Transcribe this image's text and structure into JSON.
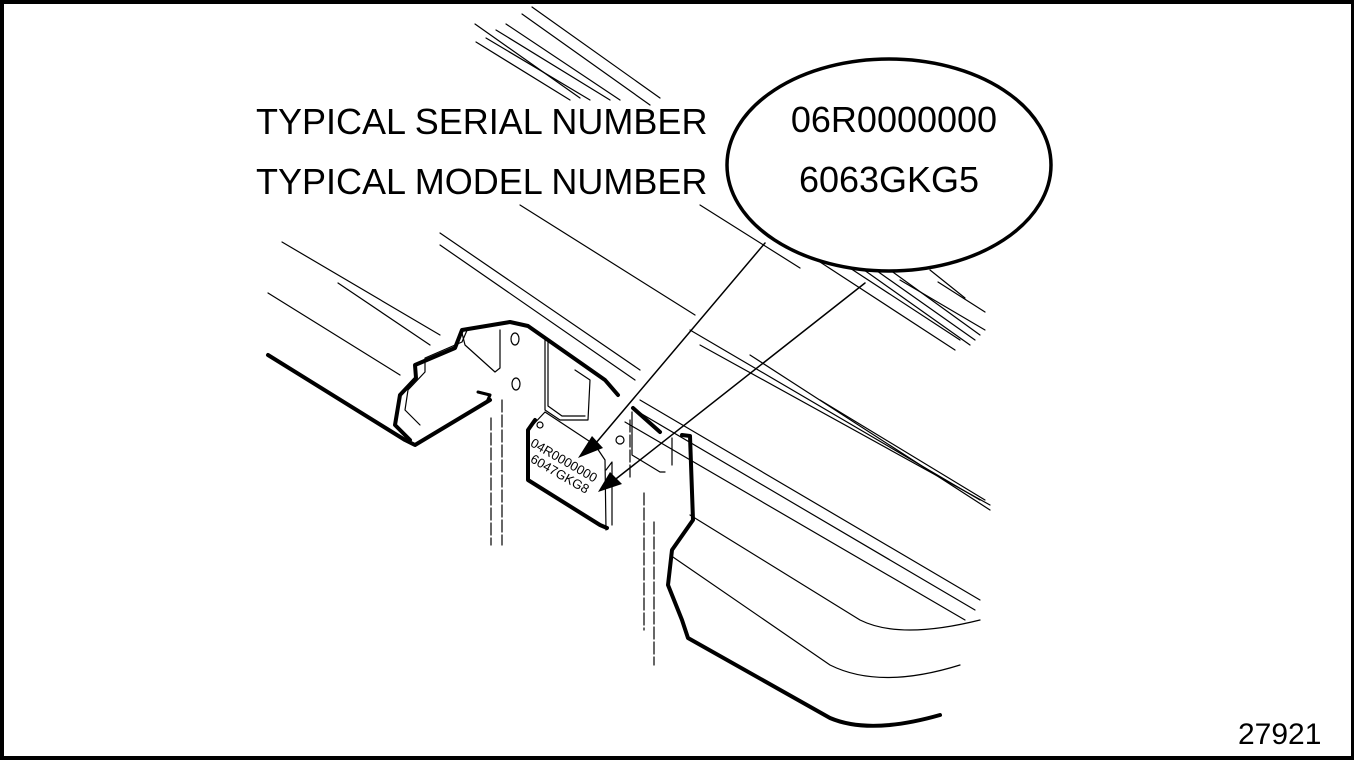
{
  "diagram": {
    "labels": {
      "serial_label": "TYPICAL SERIAL NUMBER",
      "model_label": "TYPICAL MODEL NUMBER"
    },
    "callout": {
      "serial_value": "06R0000000",
      "model_value": "6063GKG5"
    },
    "plate": {
      "serial_text": "04R0000000",
      "model_text": "6047GKG8"
    },
    "figure_number": "27921",
    "colors": {
      "line": "#000000",
      "background": "#ffffff"
    }
  }
}
